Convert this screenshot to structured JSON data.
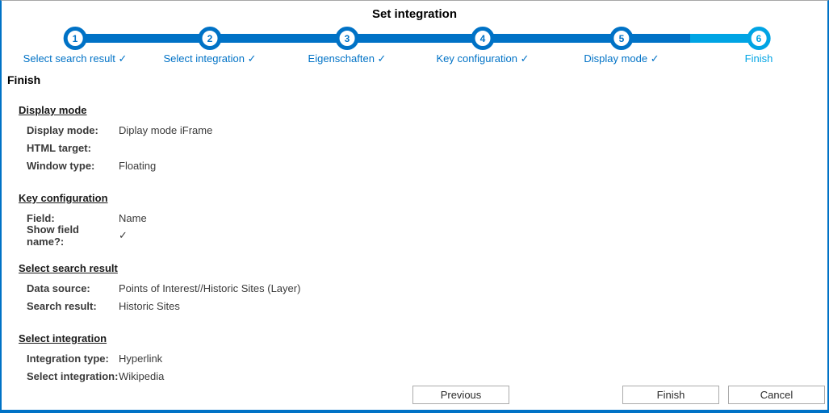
{
  "window": {
    "title": "Set integration",
    "accent_dark": "#0072C6",
    "accent_light": "#00A4E4"
  },
  "stepper": {
    "steps": [
      {
        "number": "1",
        "label": "Select search result ✓",
        "state": "completed"
      },
      {
        "number": "2",
        "label": "Select integration ✓",
        "state": "completed"
      },
      {
        "number": "3",
        "label": "Eigenschaften ✓",
        "state": "completed"
      },
      {
        "number": "4",
        "label": "Key configuration ✓",
        "state": "completed"
      },
      {
        "number": "5",
        "label": "Display mode ✓",
        "state": "completed"
      },
      {
        "number": "6",
        "label": "Finish",
        "state": "current"
      }
    ]
  },
  "page": {
    "heading": "Finish",
    "sections": [
      {
        "title": "Display mode",
        "rows": [
          {
            "label": "Display mode:",
            "value": "Diplay mode iFrame"
          },
          {
            "label": "HTML target:",
            "value": ""
          },
          {
            "label": "Window type:",
            "value": "Floating"
          }
        ]
      },
      {
        "title": "Key configuration",
        "rows": [
          {
            "label": "Field:",
            "value": "Name"
          },
          {
            "label": "Show field name?:",
            "value": "✓"
          }
        ]
      },
      {
        "title": "Select search result",
        "rows": [
          {
            "label": "Data source:",
            "value": "Points of Interest//Historic Sites (Layer)"
          },
          {
            "label": "Search result:",
            "value": "Historic Sites"
          }
        ]
      },
      {
        "title": "Select integration",
        "rows": [
          {
            "label": "Integration type:",
            "value": "Hyperlink"
          },
          {
            "label": "Select integration:",
            "value": "Wikipedia"
          }
        ]
      }
    ]
  },
  "footer": {
    "previous_label": "Previous",
    "finish_label": "Finish",
    "cancel_label": "Cancel"
  }
}
